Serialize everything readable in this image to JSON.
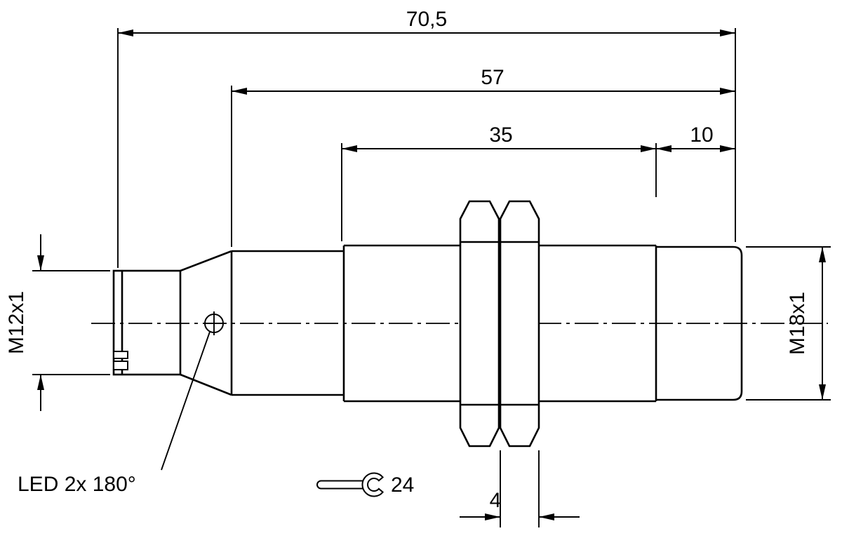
{
  "dimensions": {
    "overall_length": "70,5",
    "body_length": "57",
    "thread_length": "35",
    "tip_length": "10",
    "nut_width": "4"
  },
  "threads": {
    "connector": "M12x1",
    "barrel": "M18x1"
  },
  "annotations": {
    "led": "LED 2x 180°",
    "wrench_size": "24"
  },
  "icons": {
    "wrench": "open-end-wrench"
  },
  "colors": {
    "line": "#000000",
    "background": "#ffffff"
  }
}
